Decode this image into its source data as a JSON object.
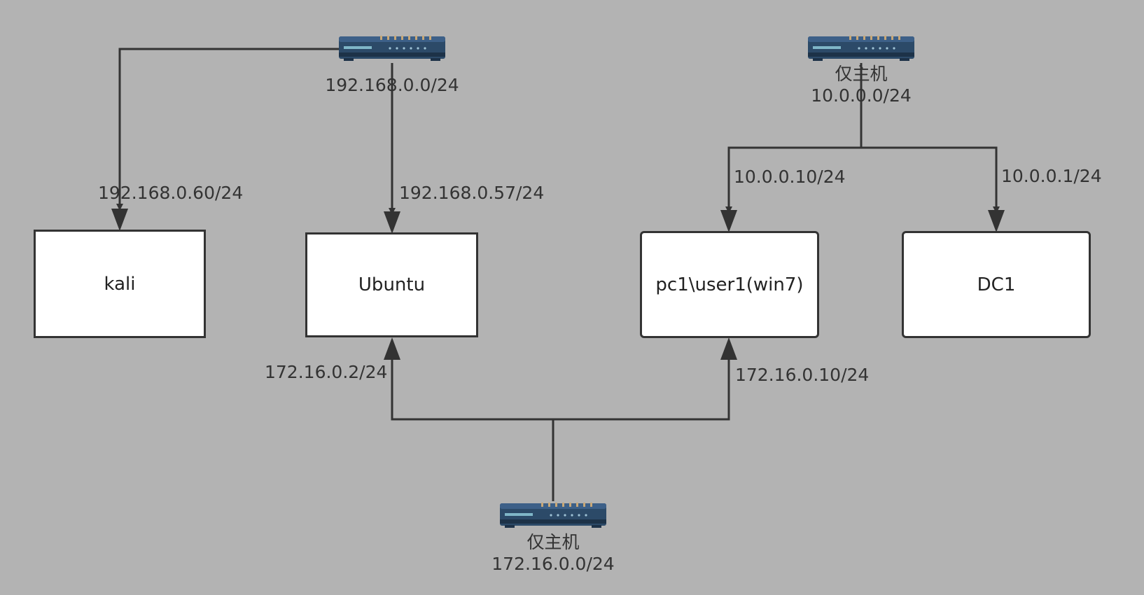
{
  "colors": {
    "background": "#b3b3b3",
    "wire": "#333333",
    "node_fill": "#ffffff",
    "switch_body": "#2c4a68",
    "switch_led": "#c8a878"
  },
  "switches": {
    "top_left": {
      "icon": "network-switch-icon",
      "label": "192.168.0.0/24"
    },
    "top_right": {
      "icon": "network-switch-icon",
      "name": "仅主机",
      "label": "10.0.0.0/24"
    },
    "bottom": {
      "icon": "network-switch-icon",
      "name": "仅主机",
      "label": "172.16.0.0/24"
    }
  },
  "nodes": {
    "kali": {
      "label": "kali"
    },
    "ubuntu": {
      "label": "Ubuntu"
    },
    "pc1": {
      "label": "pc1\\user1(win7)"
    },
    "dc1": {
      "label": "DC1"
    }
  },
  "links": {
    "kali_ip": "192.168.0.60/24",
    "ubuntu_ext_ip": "192.168.0.57/24",
    "ubuntu_int_ip": "172.16.0.2/24",
    "pc1_int_ip": "172.16.0.10/24",
    "pc1_dom_ip": "10.0.0.10/24",
    "dc1_ip": "10.0.0.1/24"
  }
}
